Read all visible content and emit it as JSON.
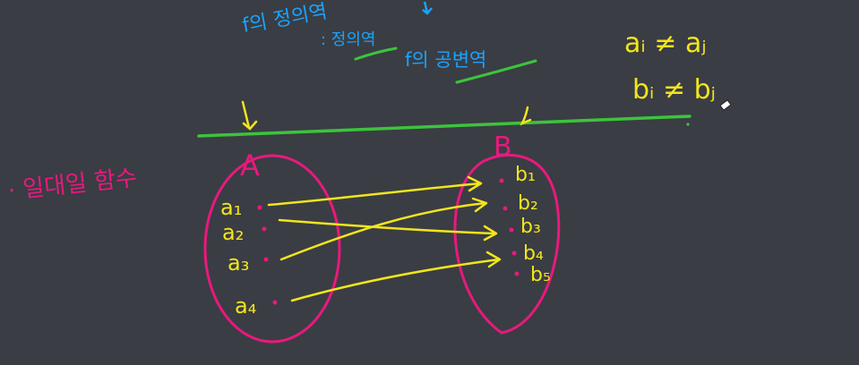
{
  "colors": {
    "background": "#3a3d43",
    "blue_ink": "#1aa3ff",
    "green_ink": "#3cc43c",
    "yellow_ink": "#f2e51c",
    "pink_ink": "#e8197e"
  },
  "top_notes": {
    "domain_line": "f의 정의역",
    "domain_sub": ": 정의역",
    "codomain": "f의 공변역"
  },
  "conditions": {
    "line1": "aᵢ ≠ aⱼ",
    "line2": "bᵢ ≠ bⱼ"
  },
  "topic_label": "· 일대일 함수",
  "set_a": {
    "label": "A",
    "elements": [
      "a₁",
      "a₂",
      "a₃",
      "a₄"
    ]
  },
  "set_b": {
    "label": "B",
    "elements": [
      "b₁",
      "b₂",
      "b₃",
      "b₄",
      "b₅"
    ]
  }
}
